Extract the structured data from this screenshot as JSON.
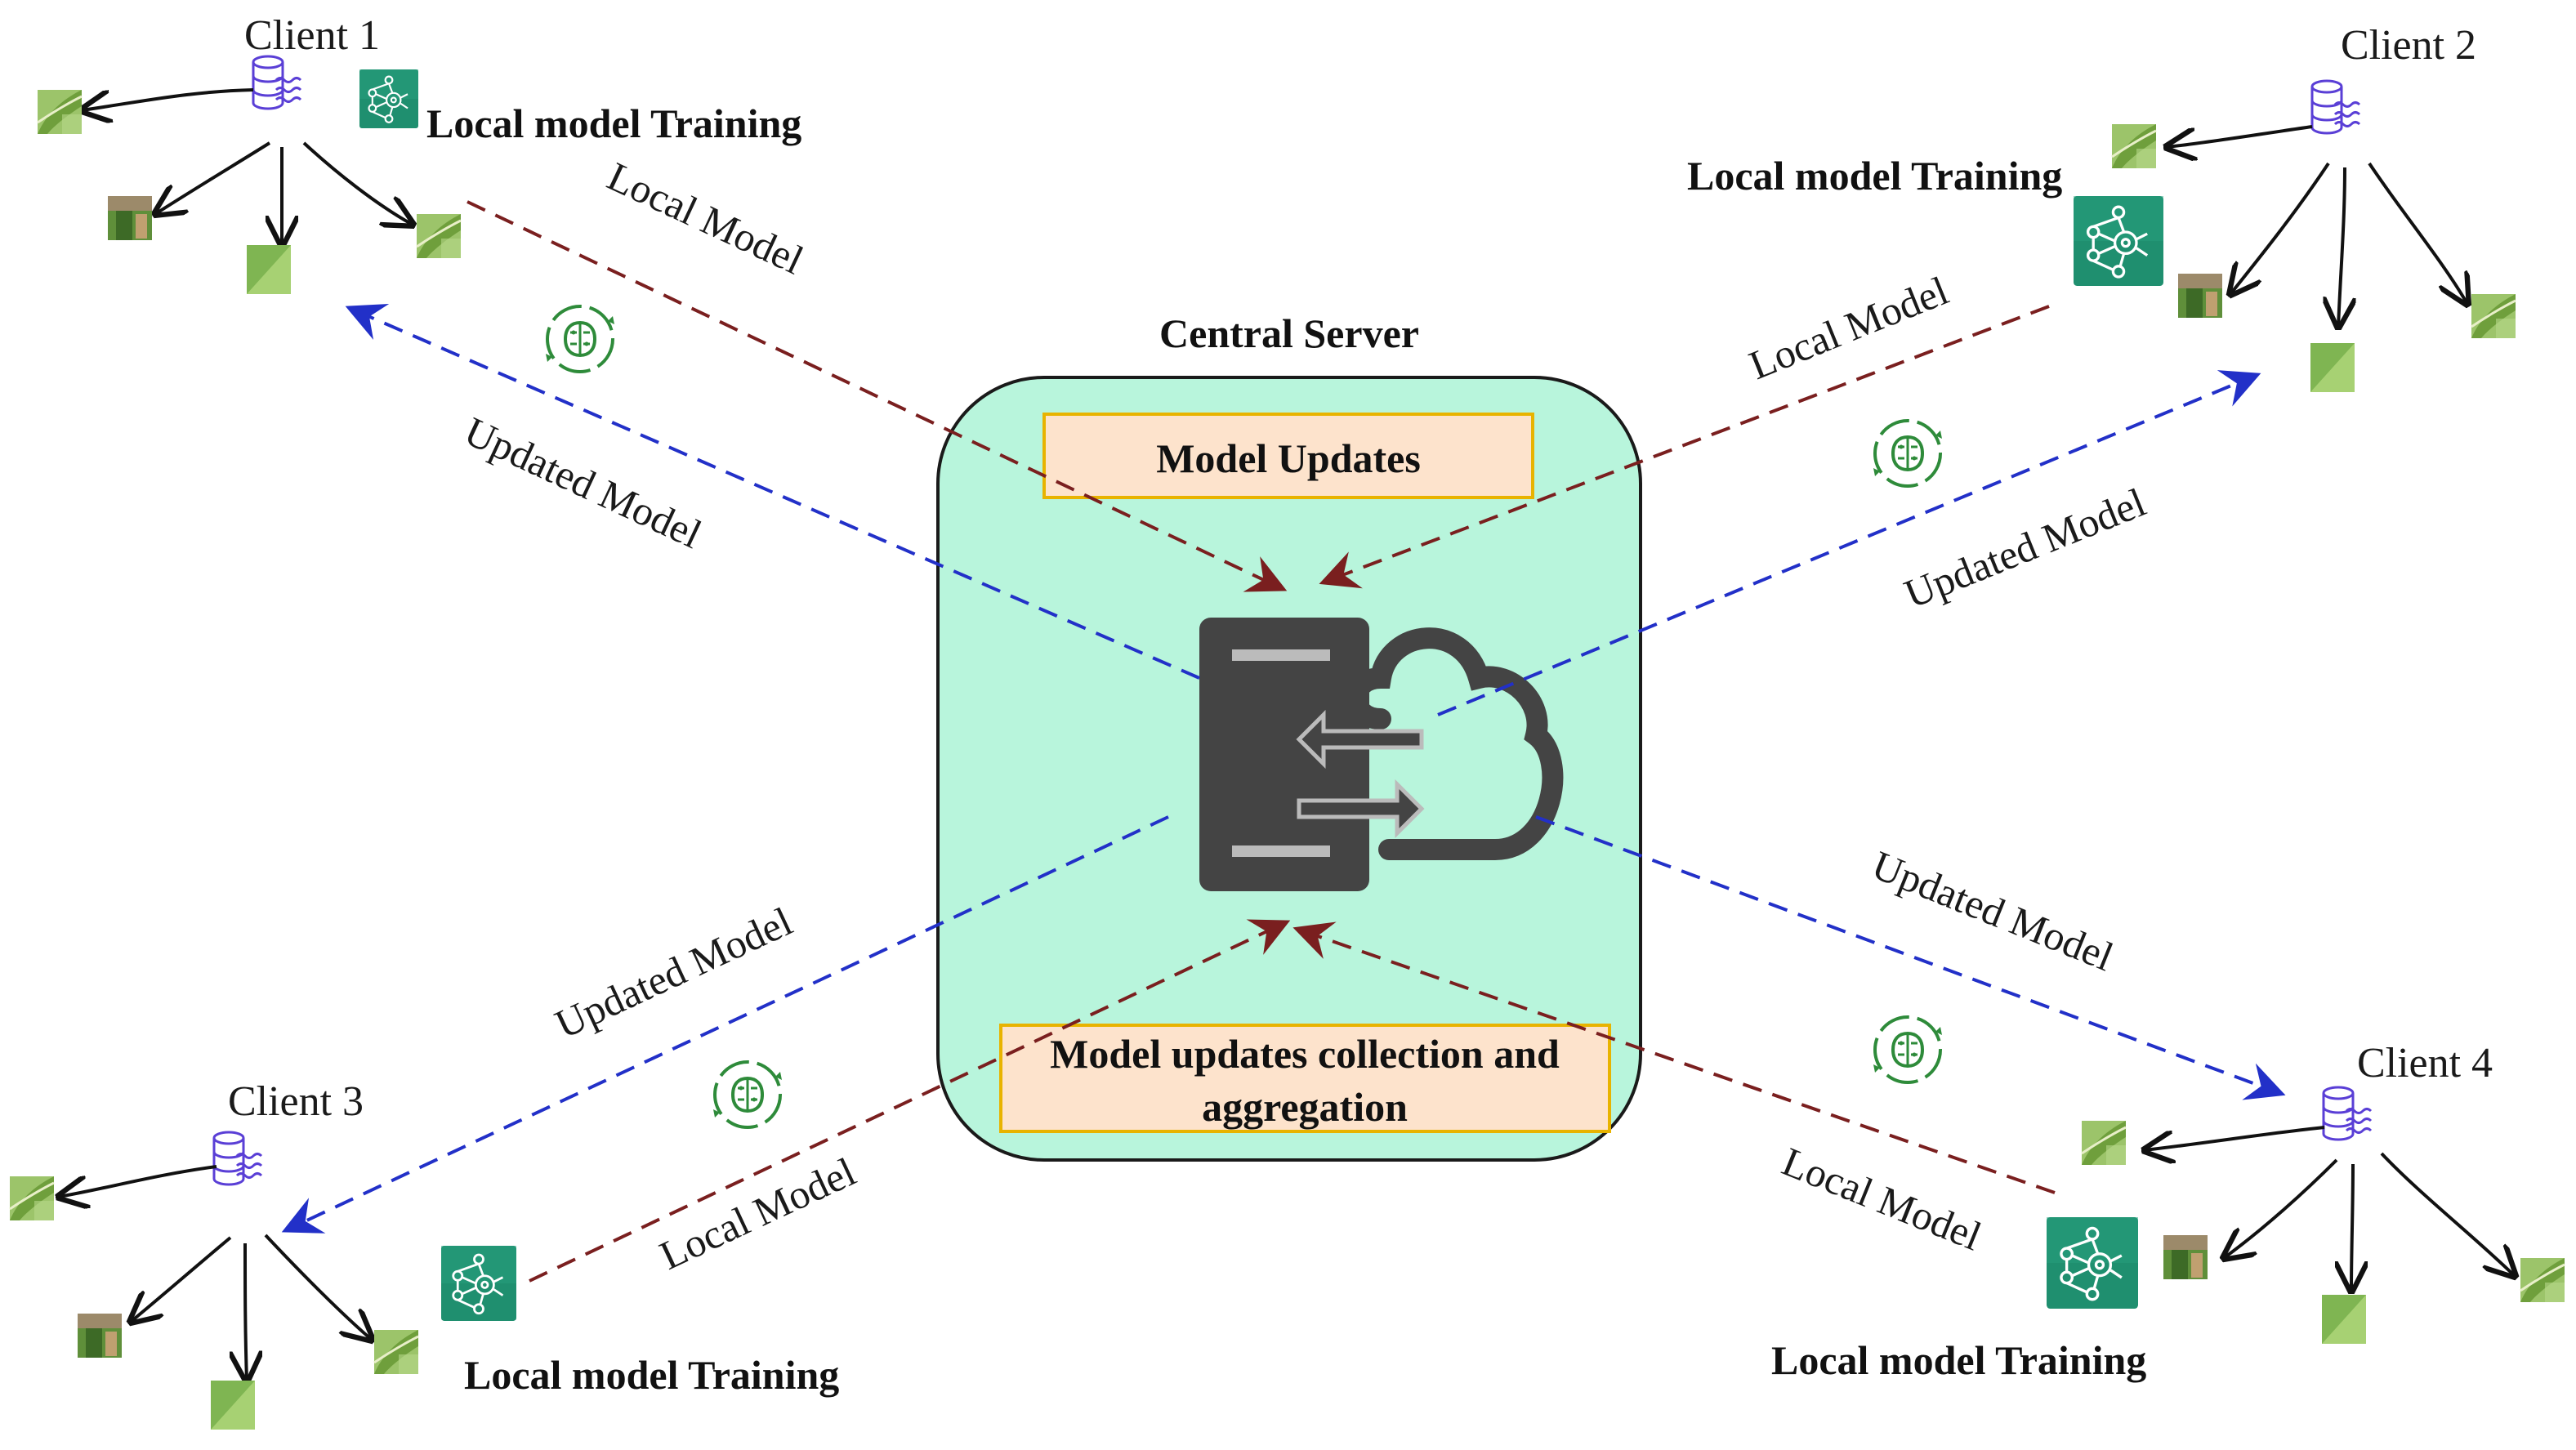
{
  "server": {
    "title": "Central Server",
    "top_box": "Model Updates",
    "bottom_box_line1": "Model updates collection and",
    "bottom_box_line2": "aggregation"
  },
  "clients": [
    {
      "name": "Client 1",
      "training": "Local model Training",
      "local_label": "Local Model",
      "updated_label": "Updated Model"
    },
    {
      "name": "Client 2",
      "training": "Local model Training",
      "local_label": "Local Model",
      "updated_label": "Updated Model"
    },
    {
      "name": "Client 3",
      "training": "Local model Training",
      "local_label": "Local Model",
      "updated_label": "Updated Model"
    },
    {
      "name": "Client 4",
      "training": "Local model Training",
      "local_label": "Local Model",
      "updated_label": "Updated Model"
    }
  ],
  "colors": {
    "server_panel": "#b8f5dc",
    "box_fill": "#fde3cc",
    "box_border": "#e8b300",
    "local_arrow": "#7a1f1f",
    "updated_arrow": "#2230c8",
    "brain_icon": "#2e8b3a",
    "ml_icon": "#1f8f6f",
    "database_icon": "#5a3fd6",
    "server_icon": "#444444"
  },
  "icons": [
    "database-icon",
    "ml-training-icon",
    "brain-cycle-icon",
    "server-cloud-icon",
    "leaf-image-icon"
  ]
}
